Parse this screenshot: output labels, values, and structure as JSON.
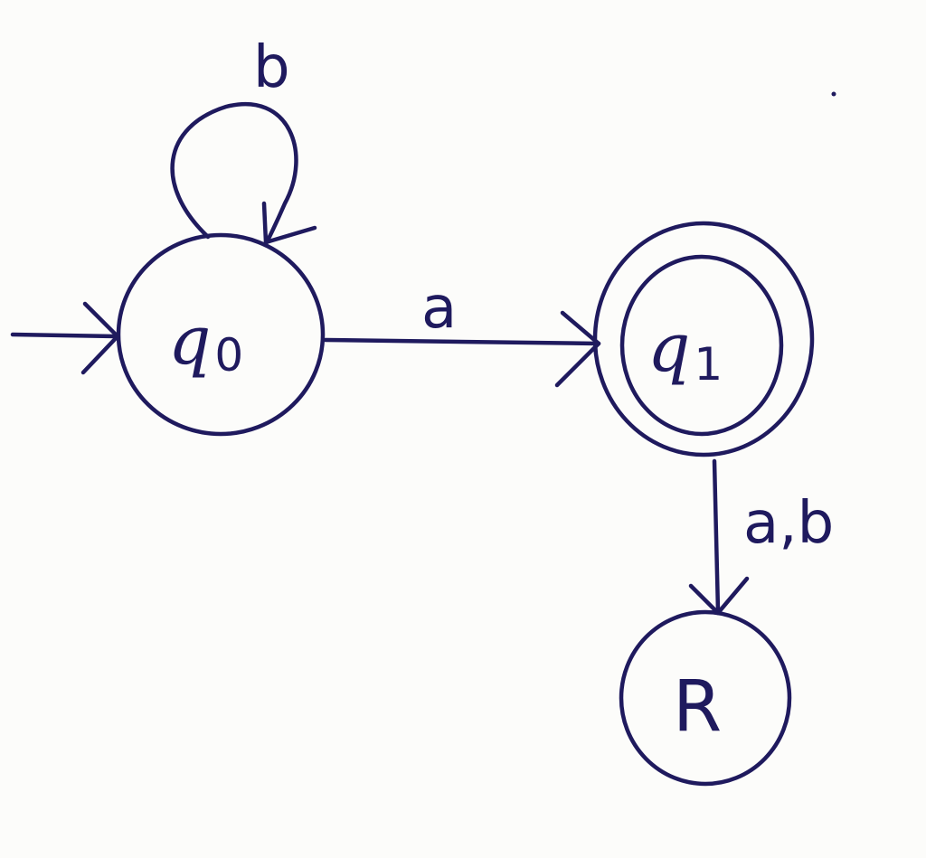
{
  "diagram": {
    "type": "finite-automaton",
    "ink_color": "#1f1a5e",
    "background_color": "#fcfcfa",
    "states": [
      {
        "id": "q0",
        "label": "q",
        "subscript": "0",
        "start": true,
        "accepting": false
      },
      {
        "id": "q1",
        "label": "q",
        "subscript": "1",
        "start": false,
        "accepting": true
      },
      {
        "id": "R",
        "label": "R",
        "subscript": "",
        "start": false,
        "accepting": false
      }
    ],
    "transitions": [
      {
        "from": "q0",
        "to": "q0",
        "label": "b"
      },
      {
        "from": "q0",
        "to": "q1",
        "label": "a"
      },
      {
        "from": "q1",
        "to": "R",
        "label": "a,b"
      }
    ]
  }
}
